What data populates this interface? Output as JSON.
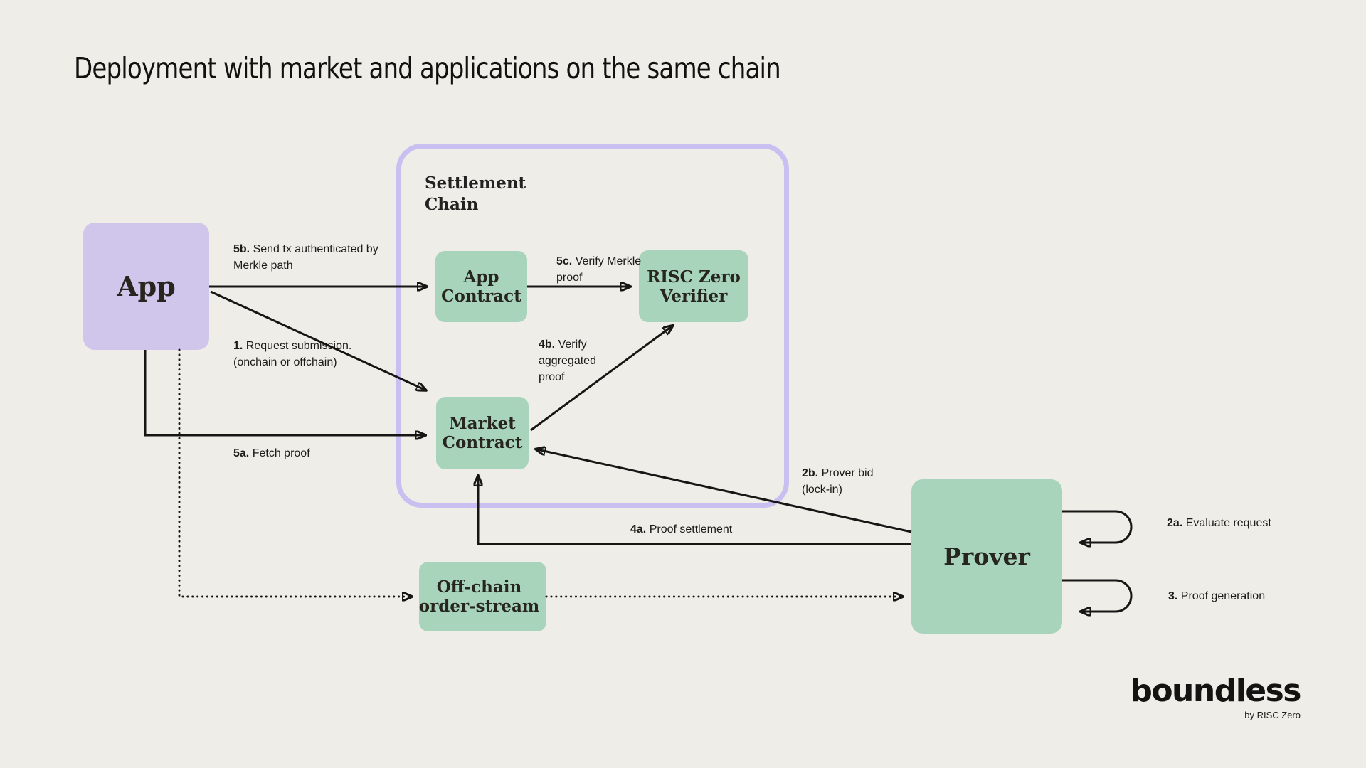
{
  "title": "Deployment with market and applications on the same chain",
  "settlement_chain": {
    "label": "Settlement Chain"
  },
  "nodes": {
    "app": "App",
    "app_contract": "App Contract",
    "risc_zero_verifier": "RISC Zero Verifier",
    "market_contract": "Market Contract",
    "offchain_order_stream": "Off-chain order-stream",
    "prover": "Prover"
  },
  "edge_labels": {
    "l1": {
      "prefix": "1.",
      "text": "Request submission. (onchain or offchain)"
    },
    "l2a": {
      "prefix": "2a.",
      "text": "Evaluate request"
    },
    "l2b": {
      "prefix": "2b.",
      "text": "Prover bid (lock-in)"
    },
    "l3": {
      "prefix": "3.",
      "text": "Proof generation"
    },
    "l4a": {
      "prefix": "4a.",
      "text": "Proof settlement"
    },
    "l4b": {
      "prefix": "4b.",
      "text": "Verify aggregated proof"
    },
    "l5a": {
      "prefix": "5a.",
      "text": "Fetch proof"
    },
    "l5b": {
      "prefix": "5b.",
      "text": "Send tx authenticated by Merkle path"
    },
    "l5c": {
      "prefix": "5c.",
      "text": "Verify Merkle proof"
    }
  },
  "logo": {
    "wordmark": "boundless",
    "byline": "by RISC Zero"
  },
  "colors": {
    "background": "#eeede8",
    "node_green": "#a9d4bc",
    "node_purple": "#d0c6ec",
    "container_border_purple": "#c9bff0",
    "line_black": "#161614",
    "text": "#1d1d1b"
  }
}
